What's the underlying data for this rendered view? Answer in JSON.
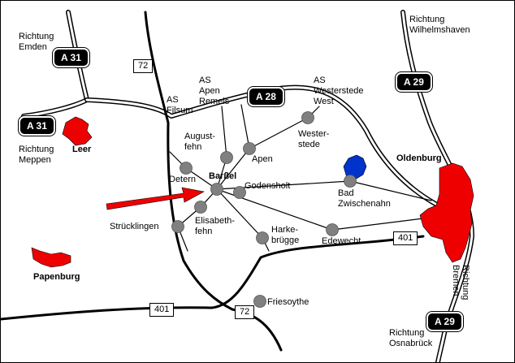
{
  "map": {
    "shields": {
      "a31_north": "A 31",
      "a31_west": "A 31",
      "a28": "A 28",
      "a29_north": "A 29",
      "a29_south": "A 29"
    },
    "route_signs": {
      "b72_north": "72",
      "b72_south": "72",
      "b401_west": "401",
      "b401_east": "401"
    },
    "directions": {
      "emden": [
        "Richtung",
        "Emden"
      ],
      "wilhelmshaven": [
        "Richtung",
        "Wilhelmshaven"
      ],
      "meppen": [
        "Richtung",
        "Meppen"
      ],
      "bremen": [
        "Richtung",
        "Bremen"
      ],
      "osnabrueck": [
        "Richtung",
        "Osnabrück"
      ]
    },
    "junctions": {
      "filsum": [
        "AS",
        "Filsum"
      ],
      "apen_remels": [
        "AS",
        "Apen",
        "Remels"
      ],
      "westerstede_west": [
        "AS",
        "Westerstede",
        "West"
      ]
    },
    "towns": {
      "leer": "Leer",
      "papenburg": "Papenburg",
      "oldenburg": "Oldenburg",
      "barssel": "Barßel"
    },
    "places": {
      "augustfehn": [
        "August-",
        "fehn"
      ],
      "apen": "Apen",
      "westerstede": [
        "Wester-",
        "stede"
      ],
      "detern": "Detern",
      "godensholt": "Godensholt",
      "bad_zwischenahn": [
        "Bad",
        "Zwischenahn"
      ],
      "strucklingen": "Strücklingen",
      "elisabethfehn": [
        "Elisabeth-",
        "fehn"
      ],
      "harkebrugge": [
        "Harke-",
        "brügge"
      ],
      "edewecht": "Edewecht",
      "friesoythe": "Friesoythe"
    },
    "colors": {
      "town_fill": "#ee0000",
      "lake_fill": "#0033cc",
      "node_fill": "#808080",
      "arrow": "#ee0000"
    }
  }
}
